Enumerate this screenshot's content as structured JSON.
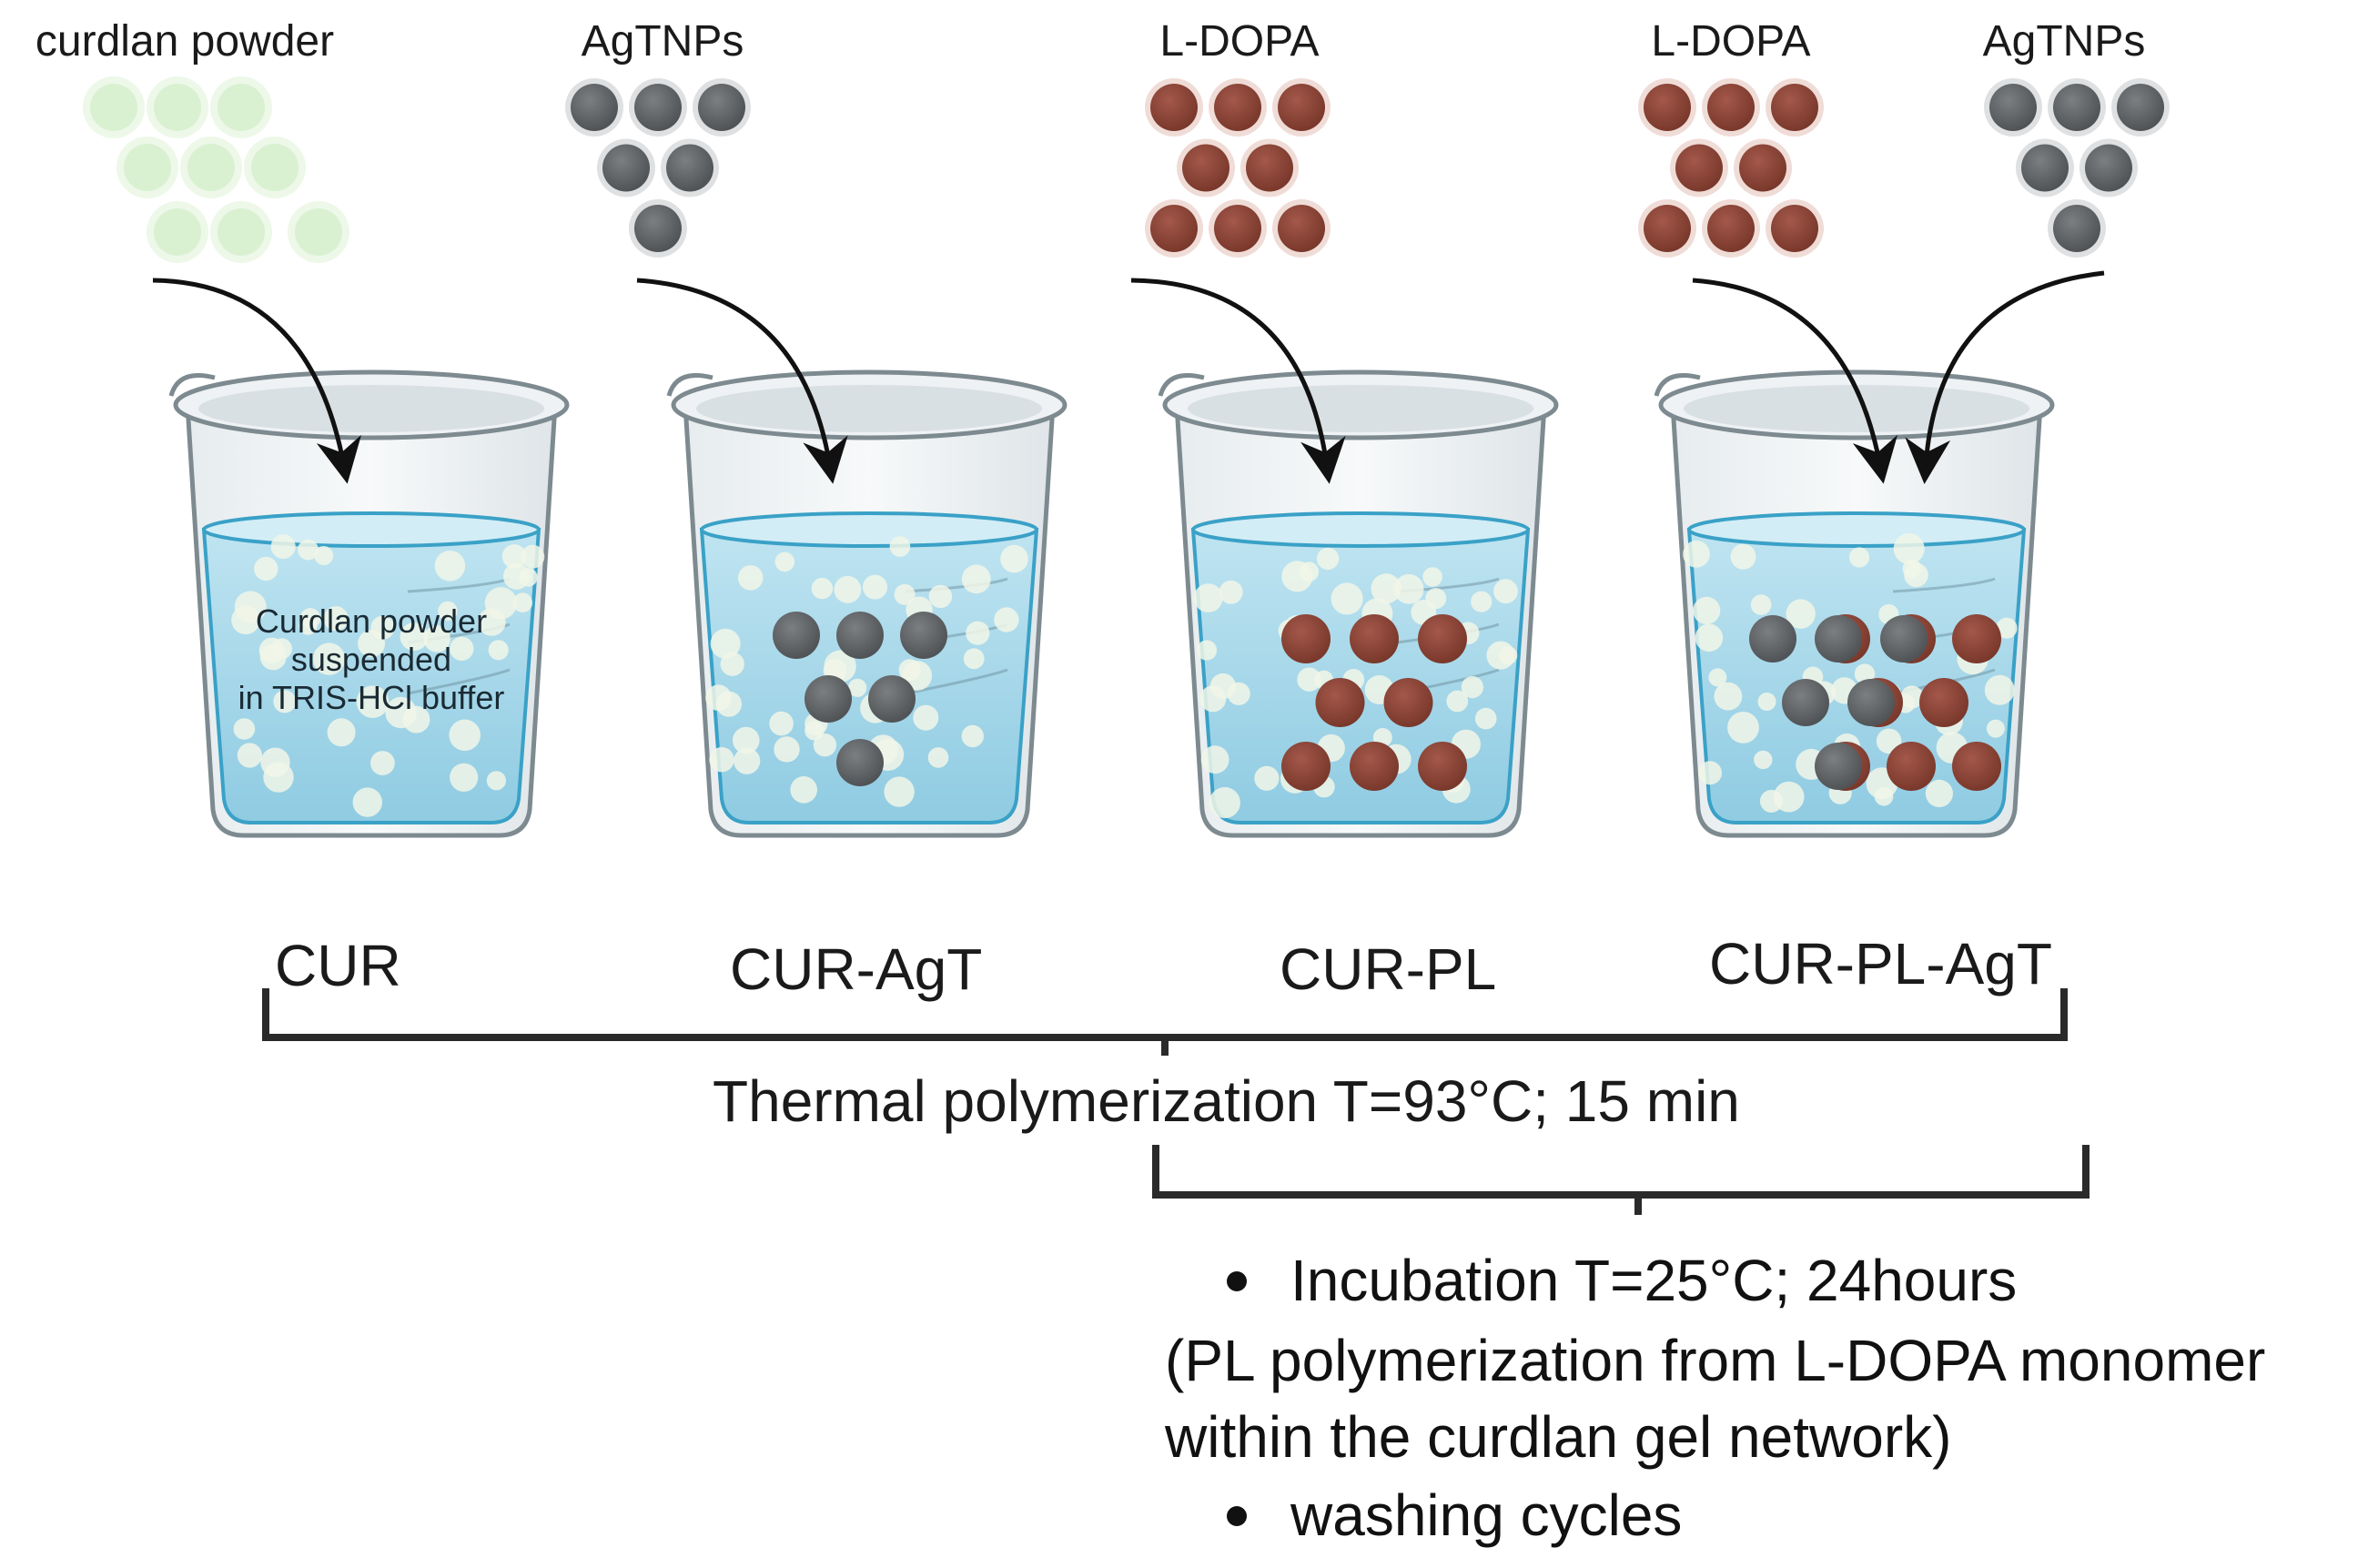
{
  "inputs": {
    "curdlan": "curdlan powder",
    "agtnps_1": "AgTNPs",
    "ldopa_1": "L-DOPA",
    "ldopa_2": "L-DOPA",
    "agtnps_2": "AgTNPs"
  },
  "beaker_text": {
    "line1": "Curdlan powder",
    "line2": "suspended",
    "line3": "in TRIS-HCl buffer"
  },
  "samples": [
    "CUR",
    "CUR-AgT",
    "CUR-PL",
    "CUR-PL-AgT"
  ],
  "step1": "Thermal polymerization T=93°C; 15 min",
  "step2": {
    "bullet1": "Incubation T=25°C; 24hours",
    "note_line1": "(PL polymerization from L-DOPA monomer",
    "note_line2": "within the curdlan gel network)",
    "bullet2": "washing cycles"
  },
  "colors": {
    "curdlan_particle": "#d6efce",
    "agtnp_particle": "#5f6164",
    "ldopa_particle": "#8a4536",
    "water": "#a9d8ea",
    "glass_outline": "#7d8a90"
  }
}
